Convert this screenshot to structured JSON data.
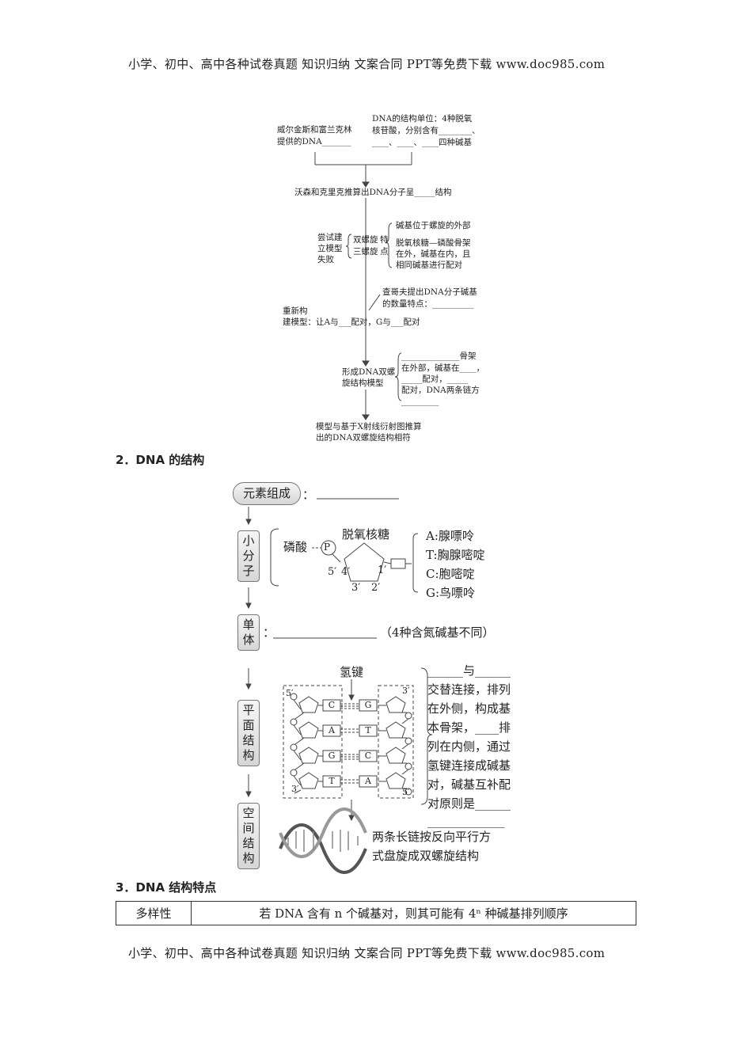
{
  "header": {
    "text": "小学、初中、高中各种试卷真题  知识归纳  文案合同  PPT等免费下载      www.doc985.com"
  },
  "footer": {
    "text": "小学、初中、高中各种试卷真题  知识归纳  文案合同  PPT等免费下载      www.doc985.com"
  },
  "flow": {
    "wilkins_1": "威尔金斯和富兰克林",
    "wilkins_2": "提供的DNA_______",
    "unit_1": "DNA的结构单位：4种脱氧",
    "unit_2": "核苷酸，分别含有________、",
    "unit_3": "____、____、____四种碱基",
    "watson": "沃森和克里克推算出DNA分子呈_____结构",
    "try_1": "尝试建",
    "try_2": "立模型",
    "try_3": "失败",
    "double_helix": "双螺旋",
    "triple_helix": "三螺旋",
    "feature_1": "特",
    "feature_2": "点",
    "feat_a": "碱基位于螺旋的外部",
    "feat_b1": "脱氧核糖—磷酸骨架",
    "feat_b2": "在外，碱基在内，且",
    "feat_b3": "相同碱基进行配对",
    "chargaff_1": "查哥夫提出DNA分子碱基",
    "chargaff_2": "的数量特点：__________",
    "rebuild_1": "重新构",
    "rebuild_2": "建模型：让A与___配对，G与___配对",
    "form_1": "形成DNA双螺",
    "form_2": "旋结构模型",
    "form_r1": "______________骨架",
    "form_r2": "在外部，碱基在____，",
    "form_r3": "_____配对，_____",
    "form_r4": "配对，DNA两条链方",
    "form_r5": "_________",
    "match_1": "模型与基于X射线衍射图推算",
    "match_2": "出的DNA双螺旋结构相符"
  },
  "section2": {
    "title": "2．DNA 的结构"
  },
  "structure": {
    "element_label": "元素组成",
    "element_colon": "：",
    "small_mol": "小分子",
    "phosphate": "磷酸",
    "p_symbol": "P",
    "deoxyribose": "脱氧核糖",
    "pos_5": "5′",
    "pos_4": "4′",
    "pos_1": "1′",
    "pos_3": "3′",
    "pos_2": "2′",
    "bases": [
      "A:腺嘌呤",
      "T:胸腺嘧啶",
      "C:胞嘧啶",
      "G:鸟嘌呤"
    ],
    "monomer": "单体",
    "monomer_colon": "：",
    "monomer_note": "（4种含氮碱基不同）",
    "plane": "平面结构",
    "hydrogen_bond": "氢键",
    "strand_5a": "5′",
    "strand_3a": "3′",
    "strand_3b": "3′",
    "strand_5b": "5′",
    "pairs": [
      [
        "C",
        "G"
      ],
      [
        "A",
        "T"
      ],
      [
        "G",
        "C"
      ],
      [
        "T",
        "A"
      ]
    ],
    "plane_text": [
      "______与______",
      "交替连接，排列",
      "在外侧，构成基",
      "本骨架，____排",
      "列在内侧，通过",
      "氢键连接成碱基",
      "对，碱基互补配",
      "对原则是______",
      "_____________"
    ],
    "space": "空间结构",
    "space_text_1": "两条长链按反向平行方",
    "space_text_2": "式盘旋成双螺旋结构"
  },
  "section3": {
    "title": "3．DNA 结构特点"
  },
  "table": {
    "diversity": "多样性",
    "desc": "若 DNA 含有 n 个碱基对，则其可能有 4ⁿ 种碱基排列顺序"
  },
  "colors": {
    "box_gradient_top": "#f6f6f6",
    "box_gradient_bottom": "#d6d6d6",
    "line": "#333333"
  }
}
